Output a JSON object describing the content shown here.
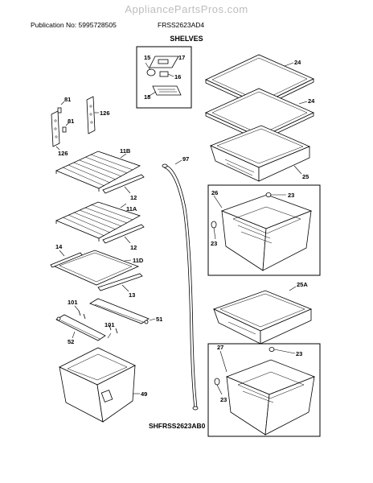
{
  "header": {
    "watermark": "AppliancePartsPros.com",
    "publication_no": "Publication No: 5995728505",
    "model": "FRSS2623AD4",
    "section_title": "SHELVES"
  },
  "figure_code": "SHFRSS2623AB0",
  "callouts": {
    "c15": "15",
    "c17": "17",
    "c16": "16",
    "c18": "18",
    "c24a": "24",
    "c24b": "24",
    "c25": "25",
    "c26": "26",
    "c23a": "23",
    "c23b": "23",
    "c25a": "25A",
    "c27": "27",
    "c23c": "23",
    "c23d": "23",
    "c81a": "81",
    "c126a": "126",
    "c81b": "81",
    "c126b": "126",
    "c11b": "11B",
    "c12a": "12",
    "c11a": "11A",
    "c12b": "12",
    "c14": "14",
    "c11d": "11D",
    "c13": "13",
    "c101a": "101",
    "c51": "51",
    "c101b": "101",
    "c52": "52",
    "c49": "49",
    "c97": "97"
  }
}
